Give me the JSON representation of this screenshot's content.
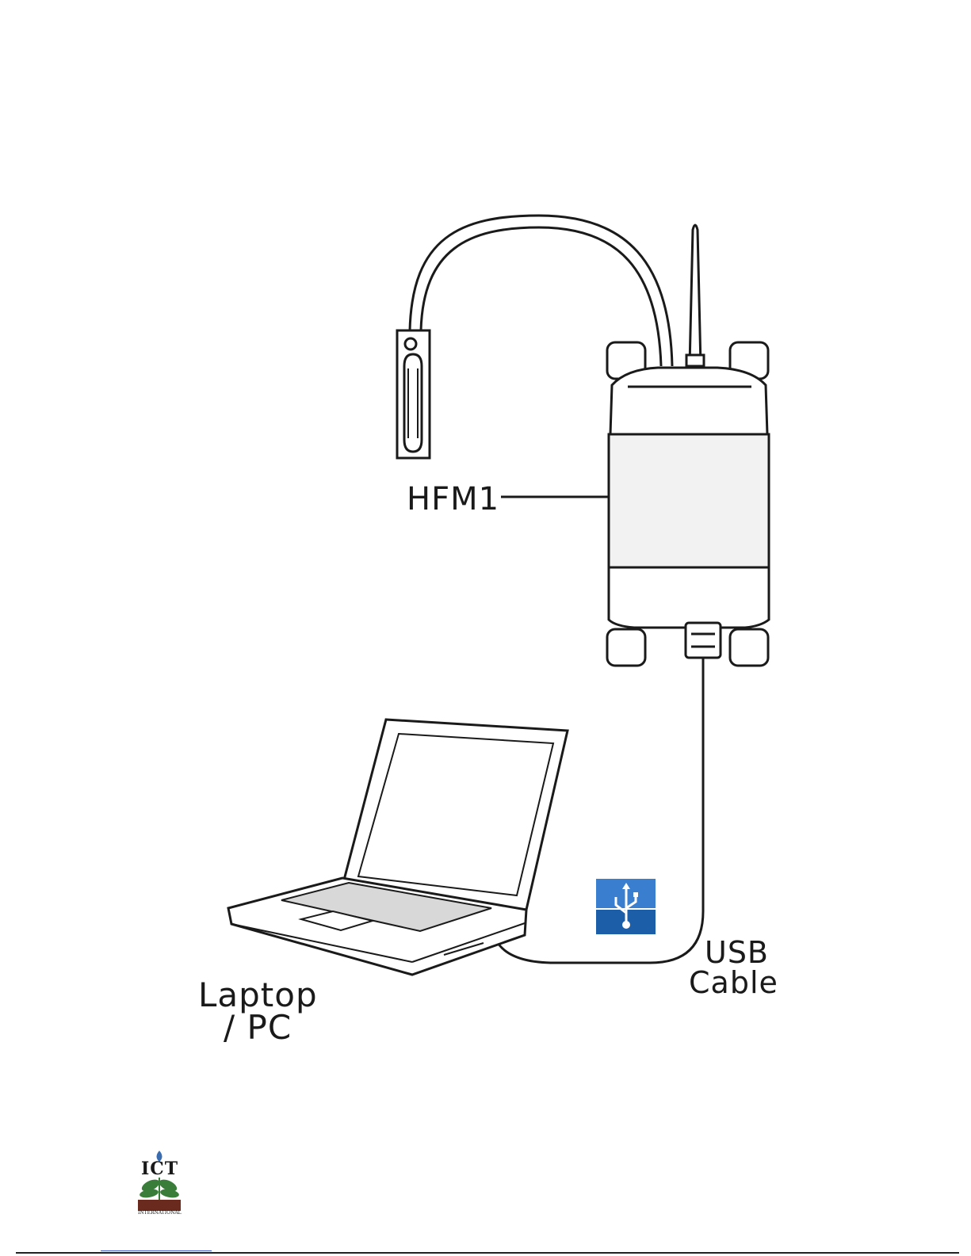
{
  "labels": {
    "hfm1": "HFM1",
    "usb_line1": "USB",
    "usb_line2": "Cable",
    "laptop_line1": "Laptop",
    "laptop_line2": "/ PC"
  },
  "logo": {
    "text": "ICT",
    "subtitle": "INTERNATIONAL"
  },
  "colors": {
    "line": "#1a1a1a",
    "usb_icon_bg": "#1d5ea8",
    "logo_leaf": "#3a7d3a",
    "logo_soil": "#6b2a1e"
  }
}
